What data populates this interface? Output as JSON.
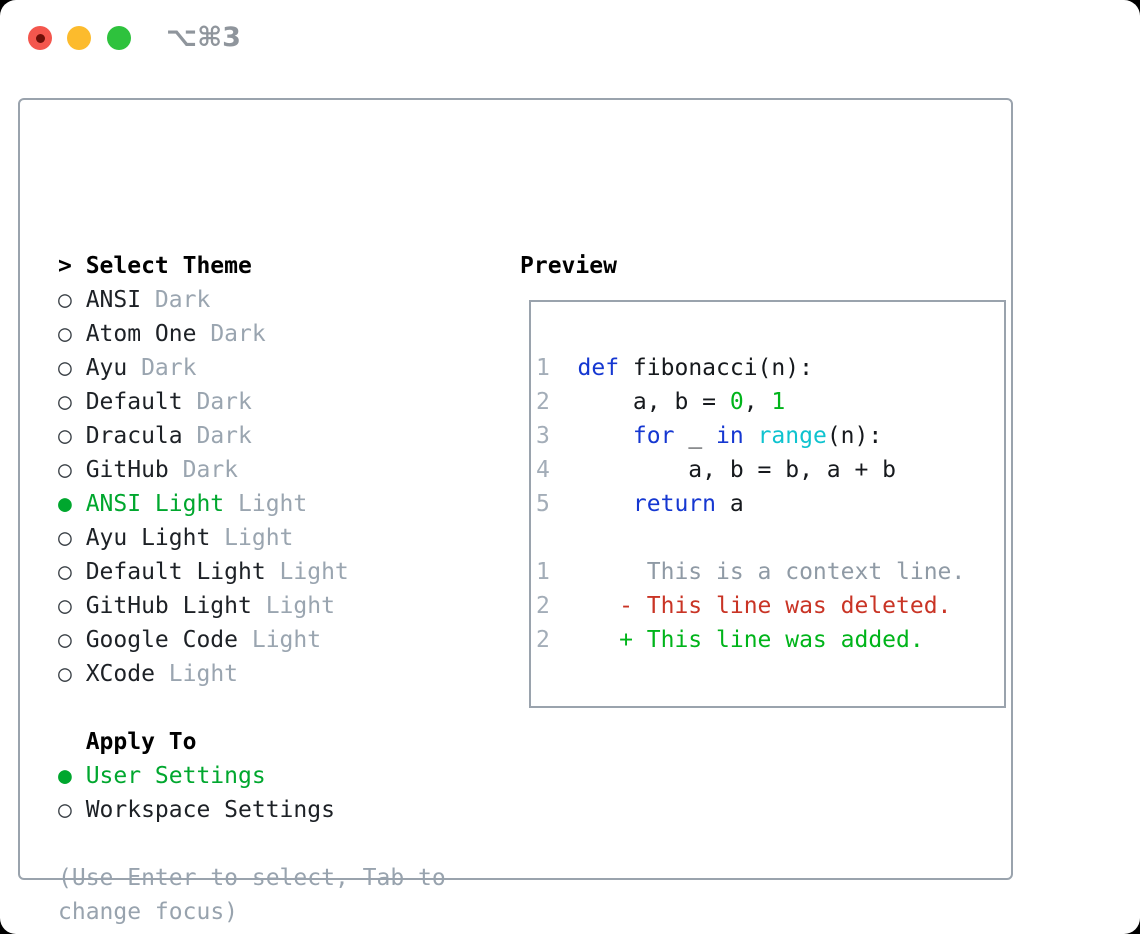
{
  "window": {
    "shortcut": "⌥⌘3",
    "traffic_lights": [
      "close",
      "minimize",
      "zoom"
    ]
  },
  "theme_panel": {
    "title_prefix": ">",
    "title": "Select Theme",
    "themes": [
      {
        "glyph": "○",
        "name": "ANSI",
        "variant": "Dark",
        "selected": false
      },
      {
        "glyph": "○",
        "name": "Atom One",
        "variant": "Dark",
        "selected": false
      },
      {
        "glyph": "○",
        "name": "Ayu",
        "variant": "Dark",
        "selected": false
      },
      {
        "glyph": "○",
        "name": "Default",
        "variant": "Dark",
        "selected": false
      },
      {
        "glyph": "○",
        "name": "Dracula",
        "variant": "Dark",
        "selected": false
      },
      {
        "glyph": "○",
        "name": "GitHub",
        "variant": "Dark",
        "selected": false
      },
      {
        "glyph": "●",
        "name": "ANSI Light",
        "variant": "Light",
        "selected": true
      },
      {
        "glyph": "○",
        "name": "Ayu Light",
        "variant": "Light",
        "selected": false
      },
      {
        "glyph": "○",
        "name": "Default Light",
        "variant": "Light",
        "selected": false
      },
      {
        "glyph": "○",
        "name": "GitHub Light",
        "variant": "Light",
        "selected": false
      },
      {
        "glyph": "○",
        "name": "Google Code",
        "variant": "Light",
        "selected": false
      },
      {
        "glyph": "○",
        "name": "XCode",
        "variant": "Light",
        "selected": false
      }
    ],
    "apply_to": {
      "title": "Apply To",
      "options": [
        {
          "glyph": "●",
          "name": "User Settings",
          "selected": true
        },
        {
          "glyph": "○",
          "name": "Workspace Settings",
          "selected": false
        }
      ]
    },
    "hint": "(Use Enter to select, Tab to change focus)"
  },
  "preview": {
    "title": "Preview",
    "code_lines": [
      {
        "num": "1",
        "parts": [
          {
            "t": "def",
            "c": "blue"
          },
          {
            "t": " fibonacci(n):",
            "c": "fg"
          }
        ]
      },
      {
        "num": "2",
        "parts": [
          {
            "t": "    a, b = ",
            "c": "fg"
          },
          {
            "t": "0",
            "c": "green"
          },
          {
            "t": ", ",
            "c": "fg"
          },
          {
            "t": "1",
            "c": "green"
          }
        ]
      },
      {
        "num": "3",
        "parts": [
          {
            "t": "    ",
            "c": "fg"
          },
          {
            "t": "for",
            "c": "blue"
          },
          {
            "t": " _ ",
            "c": "fg"
          },
          {
            "t": "in",
            "c": "blue"
          },
          {
            "t": " ",
            "c": "fg"
          },
          {
            "t": "range",
            "c": "cyan"
          },
          {
            "t": "(n):",
            "c": "fg"
          }
        ]
      },
      {
        "num": "4",
        "parts": [
          {
            "t": "        a, b = b, a + b",
            "c": "fg"
          }
        ]
      },
      {
        "num": "5",
        "parts": [
          {
            "t": "    ",
            "c": "fg"
          },
          {
            "t": "return",
            "c": "blue"
          },
          {
            "t": " a",
            "c": "fg"
          }
        ]
      }
    ],
    "diff_lines": [
      {
        "num": "1",
        "parts": [
          {
            "t": "     This is a context line.",
            "c": "gray"
          }
        ]
      },
      {
        "num": "2",
        "parts": [
          {
            "t": "   - This line was deleted.",
            "c": "red"
          }
        ]
      },
      {
        "num": "2",
        "parts": [
          {
            "t": "   + This line was added.",
            "c": "green"
          }
        ]
      }
    ]
  },
  "colors": {
    "selection_green": "#00a72e",
    "syntax_green": "#00b41a",
    "syntax_blue": "#1537d1",
    "syntax_cyan": "#0fc3cf",
    "diff_red": "#c93425",
    "muted_gray": "#9aa5b0",
    "line_number_gray": "#a3adb8",
    "border_gray": "#9aa3ad",
    "traffic_red": "#f4564d",
    "traffic_yellow": "#fcbb2d",
    "traffic_green": "#2ec23d"
  }
}
